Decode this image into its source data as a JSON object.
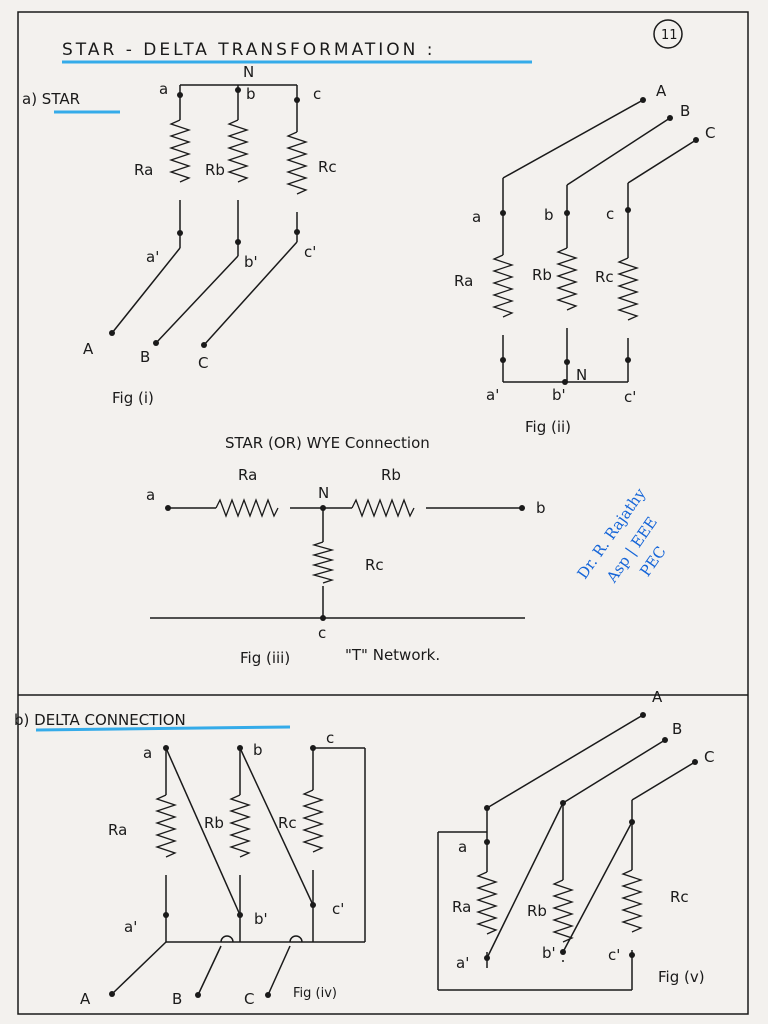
{
  "page": {
    "number": "11",
    "title": "STAR - DELTA TRANSFORMATION :",
    "signature_lines": [
      "Dr. R. Rajathy",
      "Asp | EEE",
      "PEC"
    ]
  },
  "star": {
    "heading": "a) STAR",
    "fig1": {
      "caption": "Fig (i)",
      "top_labels": [
        "a",
        "b",
        "c"
      ],
      "neutral": "N",
      "resistors": [
        "Ra",
        "Rb",
        "Rc"
      ],
      "bottom_labels": [
        "a'",
        "b'",
        "c'"
      ],
      "terminals": [
        "A",
        "B",
        "C"
      ]
    },
    "fig2": {
      "caption": "Fig (ii)",
      "terminals": [
        "A",
        "B",
        "C"
      ],
      "top_labels": [
        "a",
        "b",
        "c"
      ],
      "resistors": [
        "Ra",
        "Rb",
        "Rc"
      ],
      "bottom_labels": [
        "a'",
        "b'",
        "c'"
      ],
      "neutral": "N"
    },
    "fig3": {
      "subtitle": "STAR (OR) WYE Connection",
      "left": "a",
      "right": "b",
      "neutral": "N",
      "bottom": "c",
      "resistors": [
        "Ra",
        "Rb",
        "Rc"
      ],
      "caption": "Fig (iii)",
      "network": "\"T\" Network."
    }
  },
  "delta": {
    "heading": "b) DELTA CONNECTION",
    "fig4": {
      "caption": "Fig (iv)",
      "top_labels": [
        "a",
        "b",
        "c"
      ],
      "resistors": [
        "Ra",
        "Rb",
        "Rc"
      ],
      "bottom_labels": [
        "a'",
        "b'",
        "c'"
      ],
      "terminals": [
        "A",
        "B",
        "C"
      ]
    },
    "fig5": {
      "caption": "Fig (v)",
      "terminals": [
        "A",
        "B",
        "C"
      ],
      "top_label": "a",
      "resistors": [
        "Ra",
        "Rb",
        "Rc"
      ],
      "bottom_labels": [
        "a'",
        "b'",
        "c'"
      ]
    }
  }
}
